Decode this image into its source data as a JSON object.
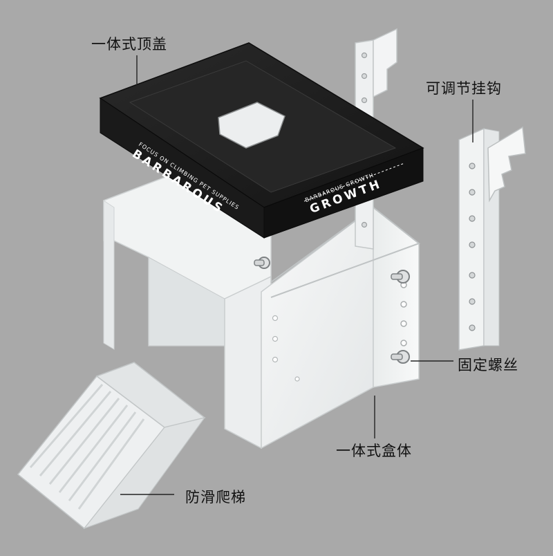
{
  "callouts": {
    "lid": "一体式顶盖",
    "hook": "可调节挂钩",
    "screw": "固定螺丝",
    "body": "一体式盒体",
    "ladder": "防滑爬梯"
  },
  "brand": {
    "left_small": "FOCUS ON CLIMBING PET SUPPLIES",
    "left_big": "BARBAROUS",
    "right_small": "BARBAROUS GROWTH",
    "right_big": "GROWTH"
  },
  "colors": {
    "background": "#a9a9a9",
    "lid": "#1c1c1c",
    "acrylic": "#eef0f1",
    "label_text": "#111111"
  },
  "icons": [
    "screw-icon",
    "hook-icon",
    "ladder-icon"
  ]
}
